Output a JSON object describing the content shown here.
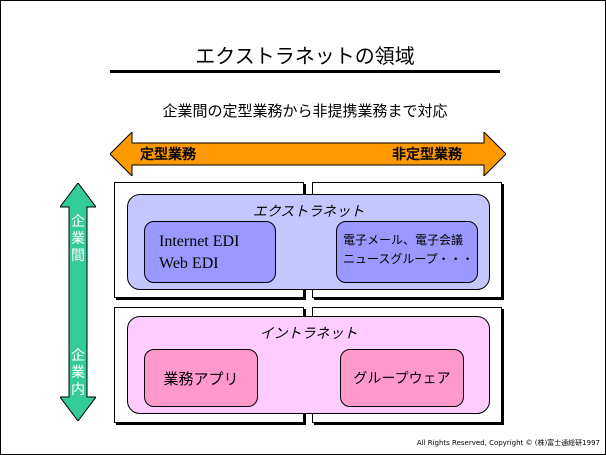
{
  "slide": {
    "title": "エクストラネットの領域",
    "subtitle": "企業間の定型業務から非提携業務まで対応",
    "copyright": "All Rights Reserved, Copyright © (株)富士通総研1997"
  },
  "horizontal_axis": {
    "left_label": "定型業務",
    "right_label": "非定型業務",
    "color": "#ff9900"
  },
  "vertical_axis": {
    "top_label": "企業間",
    "bottom_label": "企業内",
    "color": "#33cc99"
  },
  "extranet": {
    "label": "エクストラネット",
    "color": "#c6c6ff",
    "box_color": "#9999ff",
    "left_box": {
      "line1": "Internet EDI",
      "line2": "Web EDI"
    },
    "right_box": {
      "line1": "電子メール、電子会議",
      "line2": "ニュースグループ・・・"
    }
  },
  "intranet": {
    "label": "イントラネット",
    "color": "#ffccff",
    "box_color": "#ff99cc",
    "left_box": "業務アプリ",
    "right_box": "グループウェア"
  }
}
